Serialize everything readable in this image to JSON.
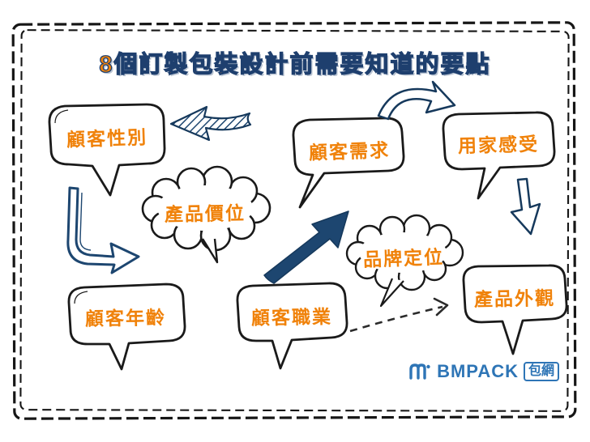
{
  "title": "8個訂製包裝設計前需要知道的要點",
  "colors": {
    "accent_orange": "#F0820A",
    "ink_black": "#1a1a1a",
    "arrow_navy": "#1d4670",
    "logo_blue": "#2E75B6"
  },
  "bubbles": [
    {
      "id": "customer-gender",
      "label": "顧客性別"
    },
    {
      "id": "product-price",
      "label": "產品價位"
    },
    {
      "id": "customer-age",
      "label": "顧客年齡"
    },
    {
      "id": "customer-needs",
      "label": "顧客需求"
    },
    {
      "id": "user-feeling",
      "label": "用家感受"
    },
    {
      "id": "brand-positioning",
      "label": "品牌定位"
    },
    {
      "id": "customer-occupation",
      "label": "顧客職業"
    },
    {
      "id": "product-appearance",
      "label": "產品外觀"
    }
  ],
  "logo": {
    "brand": "BMPACK",
    "suffix": "包網"
  }
}
